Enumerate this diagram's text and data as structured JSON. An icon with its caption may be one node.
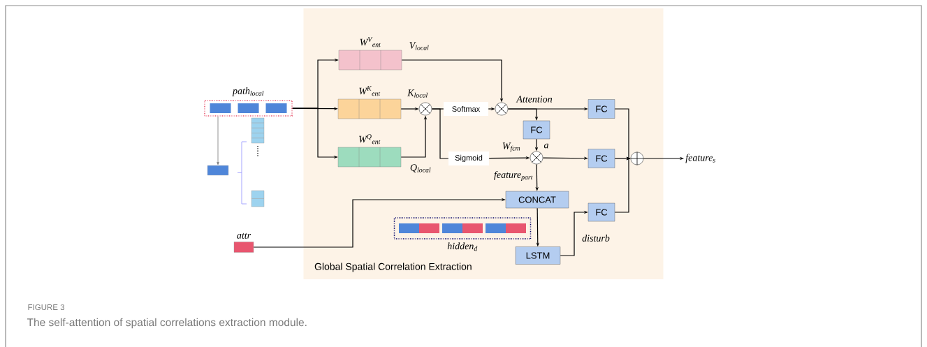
{
  "diagram": {
    "title": "FIGURE 3",
    "caption": "The self-attention of spatial correlations extraction module.",
    "nodes": [
      {
        "text": [
          "Global Spatial Correlation Extraction"
        ]
      },
      {
        "text": [
          "path$_{local}$"
        ]
      },
      {
        "text": [
          "W$^{V}$$_{ent}$"
        ],
        "in": 0
      },
      {
        "text": [
          "W$^{K}$$_{ent}$"
        ],
        "in": 0
      },
      {
        "text": [
          "W$^{Q}$$_{ent}$"
        ],
        "in": 0
      },
      {
        "text": [],
        "shape": "circle",
        "in": 0
      },
      {
        "text": [
          "Softmax"
        ],
        "in": 0
      },
      {
        "text": [
          "Sigmoid"
        ],
        "in": 0
      },
      {
        "text": [],
        "shape": "circle",
        "in": 0
      },
      {
        "text": [
          "FC"
        ],
        "in": 0
      },
      {
        "text": [
          "FC"
        ],
        "in": 0
      },
      {
        "text": [],
        "shape": "circle",
        "in": 0
      },
      {
        "text": [
          "FC"
        ],
        "in": 0
      },
      {
        "text": [
          "CONCAT"
        ],
        "in": 0
      },
      {
        "text": [
          "FC"
        ],
        "in": 0
      },
      {
        "text": [
          "LSTM"
        ],
        "in": 0
      },
      {
        "text": [],
        "shape": "circle",
        "in": 0
      },
      {
        "text": [
          "feature$_{s}$"
        ]
      },
      {
        "text": [
          "attr"
        ]
      },
      {
        "text": [
          "hidden$_{d}$"
        ],
        "in": 0
      },
      {
        "text": [],
        "shape": "box"
      }
    ],
    "edges": [
      {
        "from": 1,
        "to": 2,
        "arrow": "to"
      },
      {
        "from": 1,
        "to": 3,
        "arrow": "to"
      },
      {
        "from": 1,
        "to": 4,
        "arrow": "to"
      },
      {
        "from": 2,
        "to": 8,
        "arrow": "to",
        "label": "V$_{local}$"
      },
      {
        "from": 3,
        "to": 5,
        "arrow": "to",
        "label": "K$_{local}$"
      },
      {
        "from": 4,
        "to": 5,
        "arrow": "to",
        "label": "Q$_{local}$"
      },
      {
        "from": 5,
        "to": 6,
        "arrow": "none"
      },
      {
        "from": 5,
        "to": 7,
        "arrow": "none"
      },
      {
        "from": 6,
        "to": 8,
        "arrow": "to"
      },
      {
        "from": 8,
        "to": 9,
        "arrow": "to",
        "label": "Attention"
      },
      {
        "from": 8,
        "to": 10,
        "arrow": "to"
      },
      {
        "from": 10,
        "to": 11,
        "arrow": "to",
        "label": "a"
      },
      {
        "from": 7,
        "to": 11,
        "arrow": "to",
        "label": "W$_{fcm}$"
      },
      {
        "from": 11,
        "to": 12,
        "arrow": "to"
      },
      {
        "from": 11,
        "to": 13,
        "arrow": "to",
        "label": "feature$_{part}$"
      },
      {
        "from": 18,
        "to": 13,
        "arrow": "to"
      },
      {
        "from": 13,
        "to": 15,
        "arrow": "to"
      },
      {
        "from": 15,
        "to": 14,
        "arrow": "to",
        "label": "disturb"
      },
      {
        "from": 9,
        "to": 16,
        "arrow": "to"
      },
      {
        "from": 12,
        "to": 16,
        "arrow": "to"
      },
      {
        "from": 14,
        "to": 16,
        "arrow": "to"
      },
      {
        "from": 16,
        "to": 17,
        "arrow": "to"
      },
      {
        "from": 1,
        "to": 20,
        "arrow": "to",
        "color": "#777777"
      }
    ]
  }
}
